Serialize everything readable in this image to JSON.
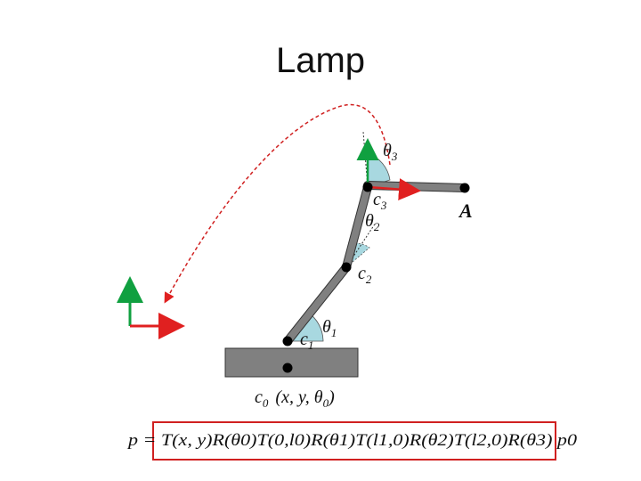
{
  "title": "Lamp",
  "labels": {
    "theta3": "θ",
    "theta3_sub": "3",
    "c3": "c",
    "c3_sub": "3",
    "theta2": "θ",
    "theta2_sub": "2",
    "c2": "c",
    "c2_sub": "2",
    "theta1": "θ",
    "theta1_sub": "1",
    "c1": "c",
    "c1_sub": "1",
    "a": "A",
    "c0": "c",
    "c0_sub": "0",
    "c0_state_open": "(",
    "c0_state_x": "x",
    "c0_state_comma1": ",",
    "c0_state_y": "y",
    "c0_state_comma2": ",",
    "c0_state_theta": "θ",
    "c0_state_theta_sub": "0",
    "c0_state_close": ")"
  },
  "formula": {
    "text": "p = T(x, y)R(θ0)T(0,l0)R(θ1)T(l1,0)R(θ2)T(l2,0)R(θ3) p0"
  },
  "colors": {
    "arm": "#808080",
    "arrow_red": "#e02020",
    "arrow_green": "#10a040",
    "angle_fill": "#a8d8e0",
    "highlight_box": "#d02020"
  }
}
